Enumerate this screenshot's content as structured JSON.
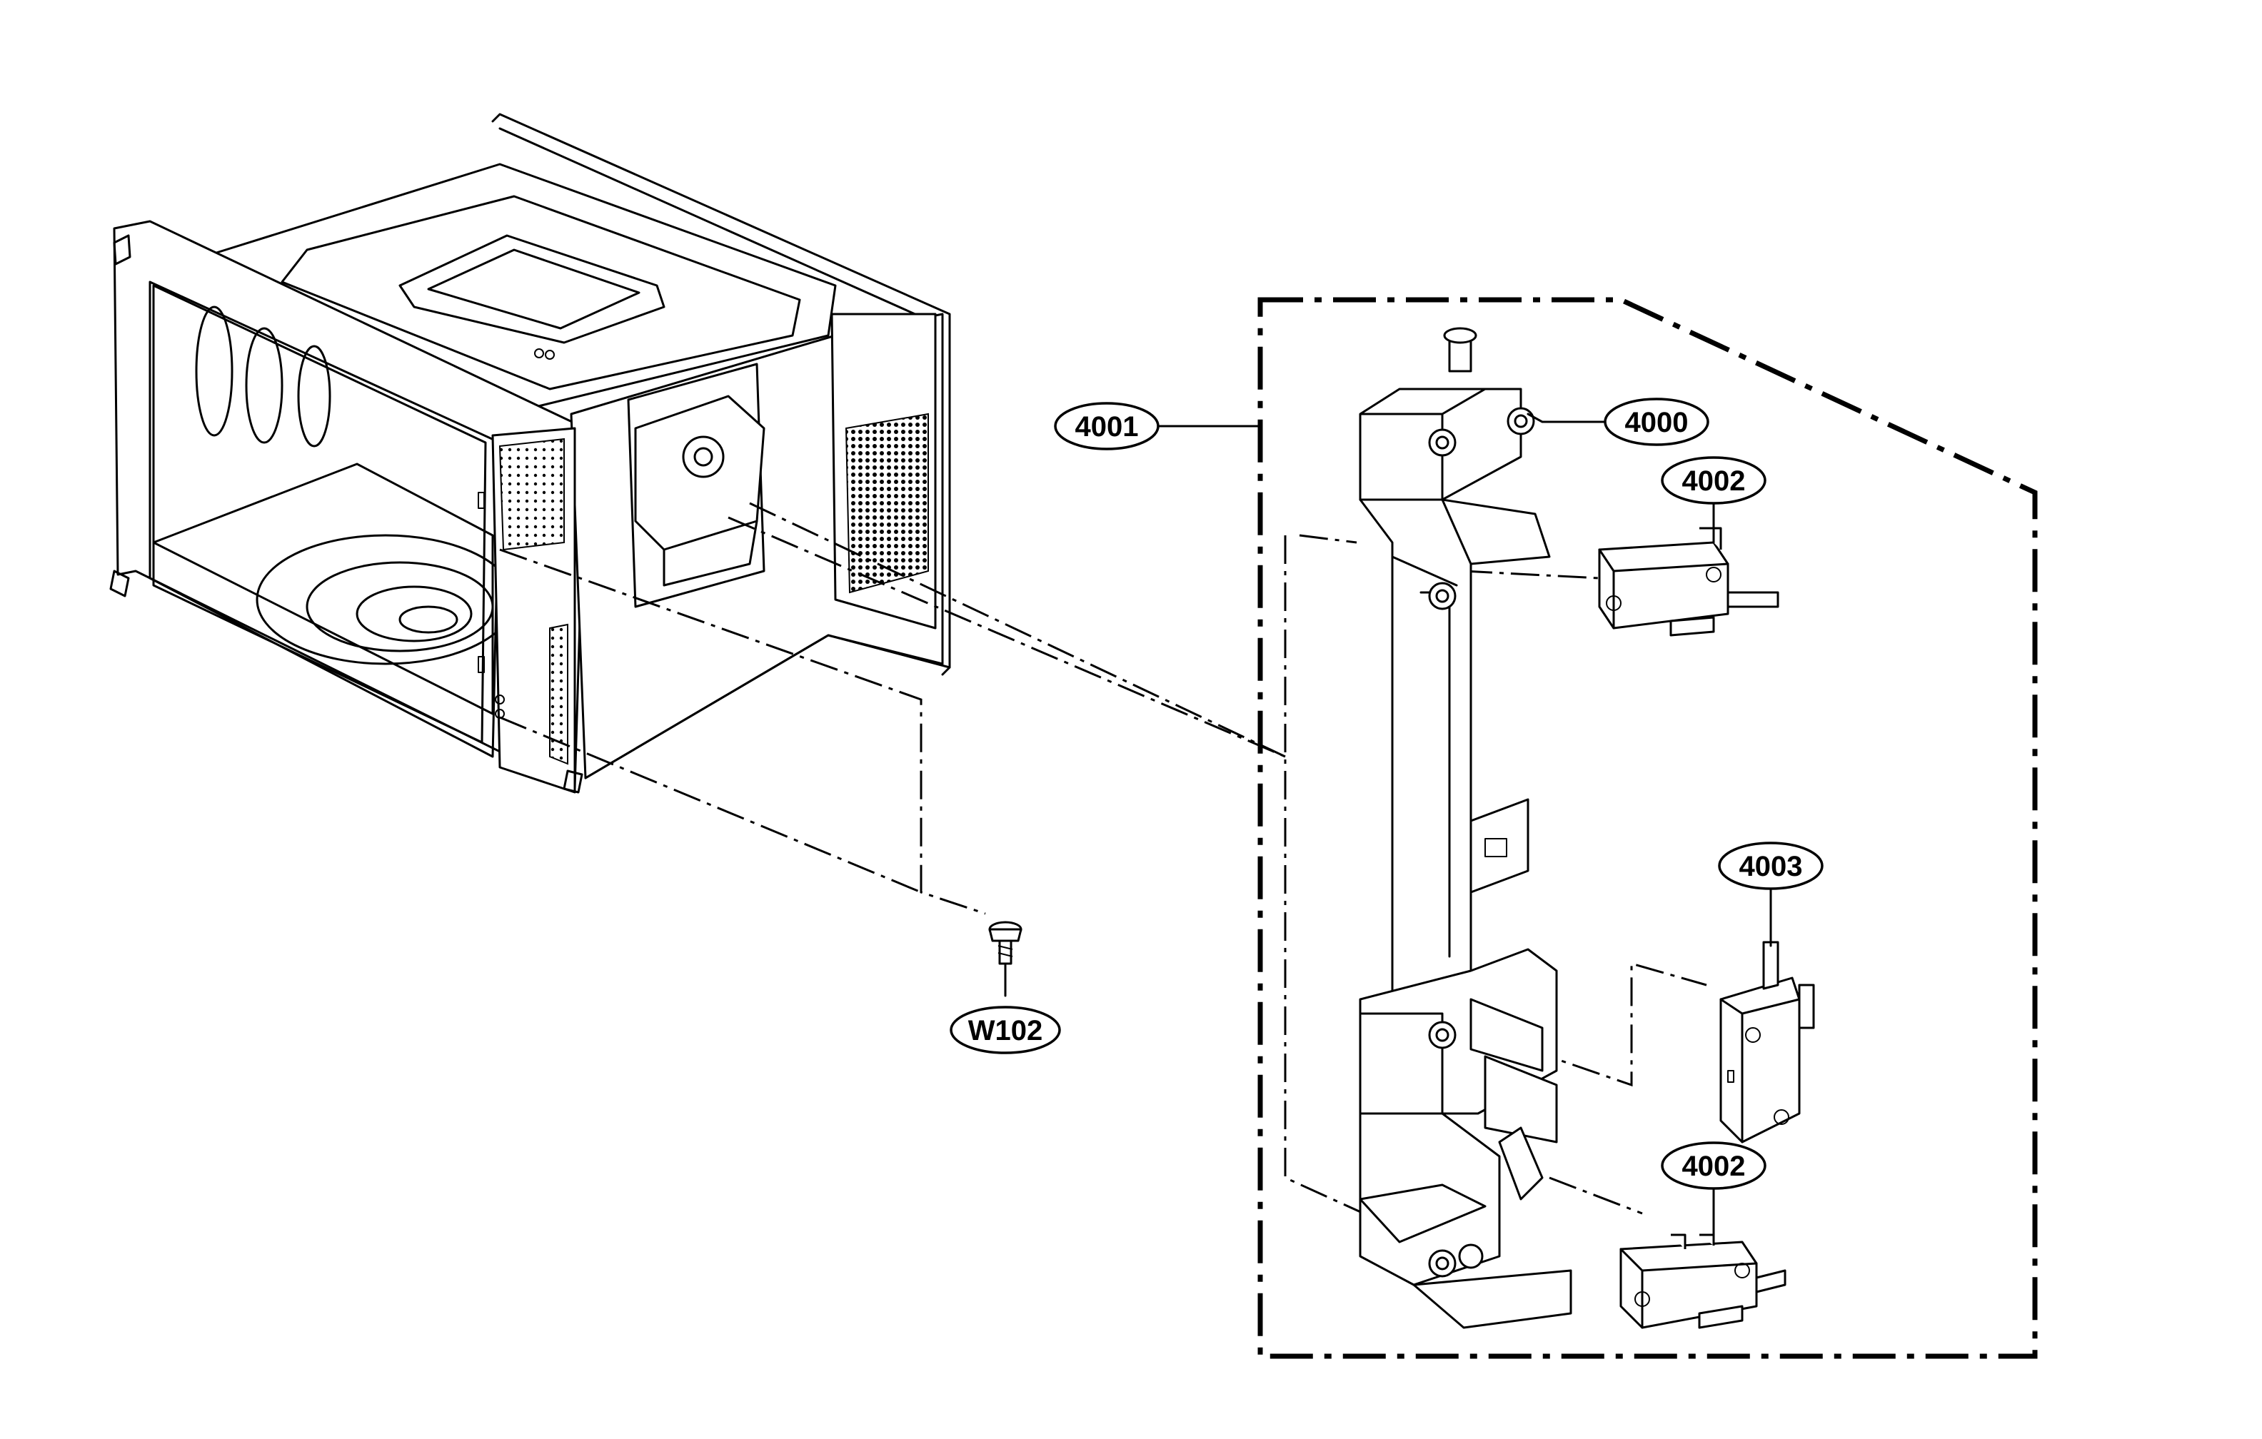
{
  "callouts": {
    "c4001": "4001",
    "c4000": "4000",
    "c4002a": "4002",
    "c4003": "4003",
    "c4002b": "4002",
    "cW102": "W102"
  },
  "colors": {
    "line": "#000000",
    "background": "#ffffff"
  }
}
